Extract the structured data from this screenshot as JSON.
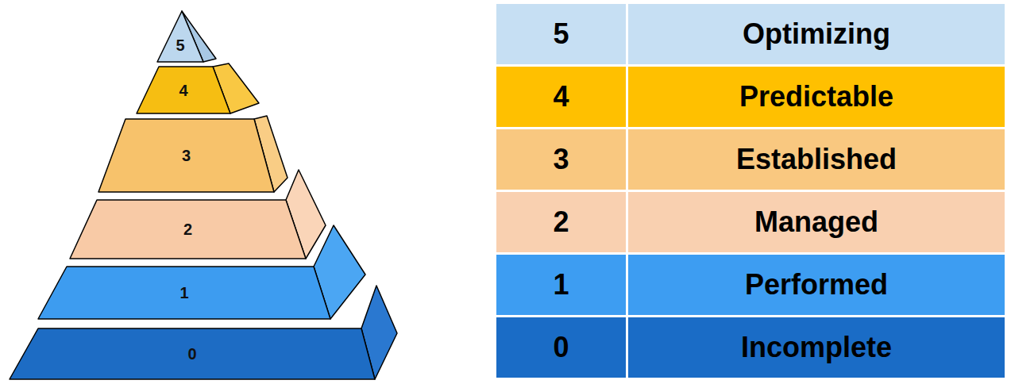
{
  "diagram": {
    "nodes": [
      {
        "text": [
          "5"
        ]
      },
      {
        "text": [
          "4"
        ]
      },
      {
        "text": [
          "3"
        ]
      },
      {
        "text": [
          "2"
        ]
      },
      {
        "text": [
          "1"
        ]
      },
      {
        "text": [
          "0"
        ]
      },
      {
        "text": [
          "5",
          "Optimizing"
        ]
      },
      {
        "text": [
          "4",
          "Predictable"
        ]
      },
      {
        "text": [
          "3",
          "Established"
        ]
      },
      {
        "text": [
          "2",
          "Managed"
        ]
      },
      {
        "text": [
          "1",
          "Performed"
        ]
      },
      {
        "text": [
          "0",
          "Incomplete"
        ]
      }
    ]
  }
}
